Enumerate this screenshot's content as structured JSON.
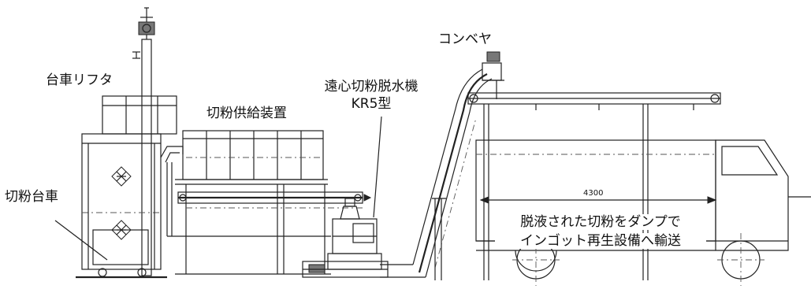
{
  "labels": {
    "cart_lifter": "台車リフタ",
    "chip_feeder": "切粉供給装置",
    "centrifuge_line1": "遠心切粉脱水機",
    "centrifuge_line2": "KR5型",
    "conveyor": "コンベヤ",
    "chip_cart": "切粉台車",
    "truck_note_line1": "脱液された切粉をダンプで",
    "truck_note_line2": "インゴット再生設備へ輸送",
    "dimension": "4300"
  }
}
